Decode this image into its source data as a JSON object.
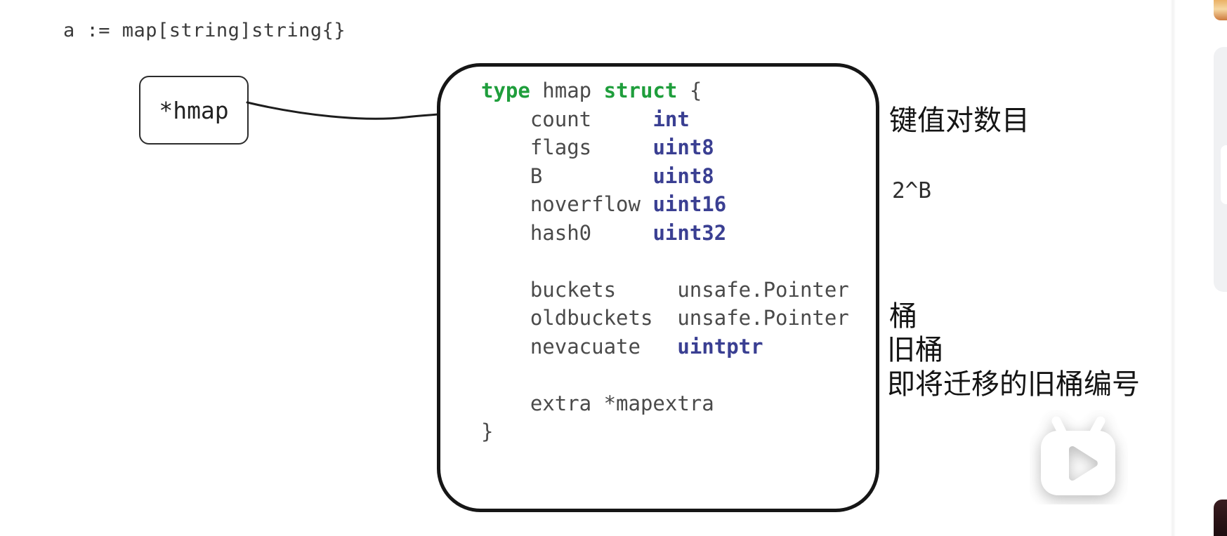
{
  "header": {
    "declaration": "a := map[string]string{}"
  },
  "pointer": {
    "label": "*hmap"
  },
  "code": {
    "language": "go",
    "lines": [
      [
        {
          "t": "type",
          "k": "kw"
        },
        {
          "t": " hmap ",
          "k": "pl"
        },
        {
          "t": "struct",
          "k": "kw"
        },
        {
          "t": " {",
          "k": "pl"
        }
      ],
      [
        {
          "t": "    count     ",
          "k": "pl"
        },
        {
          "t": "int",
          "k": "ty"
        }
      ],
      [
        {
          "t": "    flags     ",
          "k": "pl"
        },
        {
          "t": "uint8",
          "k": "ty"
        }
      ],
      [
        {
          "t": "    B         ",
          "k": "pl"
        },
        {
          "t": "uint8",
          "k": "ty"
        }
      ],
      [
        {
          "t": "    noverflow ",
          "k": "pl"
        },
        {
          "t": "uint16",
          "k": "ty"
        }
      ],
      [
        {
          "t": "    hash0     ",
          "k": "pl"
        },
        {
          "t": "uint32",
          "k": "ty"
        }
      ],
      [
        {
          "t": "",
          "k": "pl"
        }
      ],
      [
        {
          "t": "    buckets     unsafe.Pointer",
          "k": "pl"
        }
      ],
      [
        {
          "t": "    oldbuckets  unsafe.Pointer",
          "k": "pl"
        }
      ],
      [
        {
          "t": "    nevacuate   ",
          "k": "pl"
        },
        {
          "t": "uintptr",
          "k": "ty"
        }
      ],
      [
        {
          "t": "",
          "k": "pl"
        }
      ],
      [
        {
          "t": "    extra *mapextra",
          "k": "pl"
        }
      ],
      [
        {
          "t": "}",
          "k": "pl"
        }
      ]
    ]
  },
  "annotations": {
    "count": "键值对数目",
    "b": "2^B",
    "buckets": "桶",
    "oldbuckets": "旧桶",
    "nevacuate": "即将迁移的旧桶编号"
  },
  "icons": {
    "watermark": "bilibili-tv-play-icon"
  },
  "colors": {
    "keyword_green": "#1f9e3c",
    "type_navy": "#3a3f92",
    "plain_gray": "#4a4a4a",
    "ink_black": "#161616",
    "rail_card_gray": "#f0f1f3",
    "rail_orange": "#cd7a3c",
    "rail_dark_maroon": "#2a1316"
  }
}
